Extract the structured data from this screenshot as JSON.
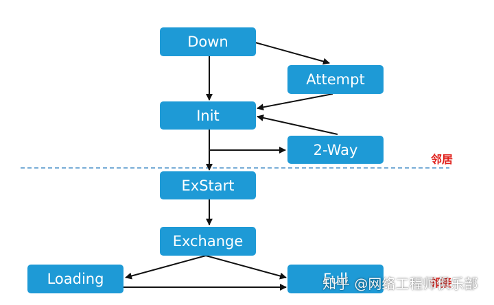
{
  "diagram": {
    "nodes": {
      "down": "Down",
      "attempt": "Attempt",
      "init": "Init",
      "two_way": "2-Way",
      "exstart": "ExStart",
      "exchange": "Exchange",
      "loading": "Loading",
      "full": "Full"
    },
    "labels": {
      "neighbor": "邻居",
      "adjacency": "邻接"
    },
    "watermark": "知乎 @网络工程师俱乐部"
  },
  "colors": {
    "node_fill": "#1e9ad6",
    "node_text": "#ffffff",
    "arrow": "#111111",
    "divider": "#4a90c8",
    "label_text": "#e0201b"
  }
}
